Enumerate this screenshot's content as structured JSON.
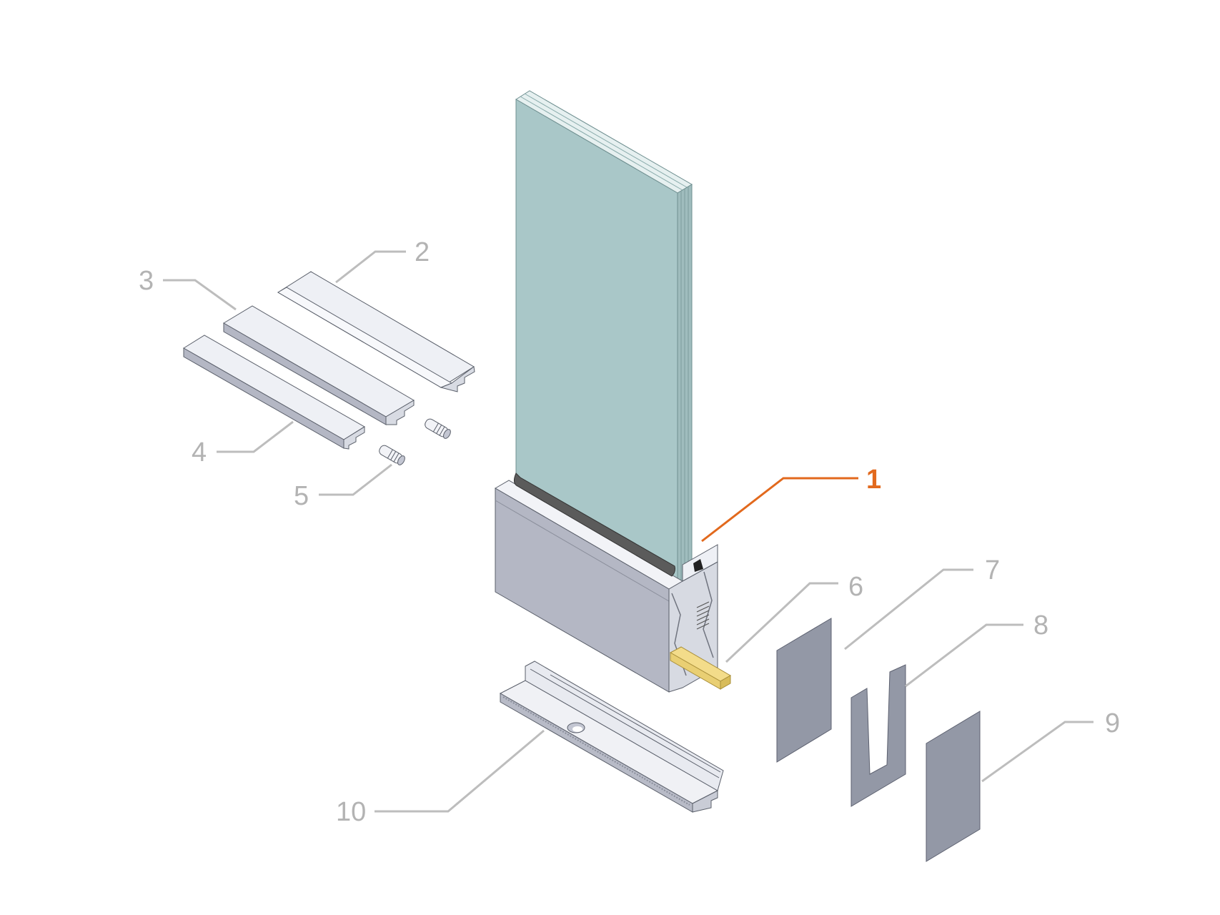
{
  "diagram": {
    "type": "exploded-assembly",
    "subject": "frameless glass balustrade base channel system",
    "colors": {
      "background": "#ffffff",
      "glass": "#a9c7c8",
      "glass_edge": "#c6dcdc",
      "aluminium_light": "#eef0f5",
      "aluminium_mid": "#c3c6d2",
      "aluminium_dark": "#a9acb9",
      "gasket": "#5b5b5b",
      "setting_block": "#e9cf73",
      "shim": "#9398a6",
      "leader_grey": "#bdbdbd",
      "highlight": "#e2691d"
    },
    "callouts": [
      {
        "id": "1",
        "label": "1",
        "part": "glass-panel-and-base-channel",
        "highlighted": true
      },
      {
        "id": "2",
        "label": "2",
        "part": "cover-profile-top"
      },
      {
        "id": "3",
        "label": "3",
        "part": "cover-profile-middle"
      },
      {
        "id": "4",
        "label": "4",
        "part": "cover-profile-bottom"
      },
      {
        "id": "5",
        "label": "5",
        "part": "cover-connector-pins"
      },
      {
        "id": "6",
        "label": "6",
        "part": "setting-block"
      },
      {
        "id": "7",
        "label": "7",
        "part": "shim-plate-solid"
      },
      {
        "id": "8",
        "label": "8",
        "part": "shim-plate-slotted"
      },
      {
        "id": "9",
        "label": "9",
        "part": "shim-plate-solid"
      },
      {
        "id": "10",
        "label": "10",
        "part": "base-plate"
      }
    ]
  }
}
